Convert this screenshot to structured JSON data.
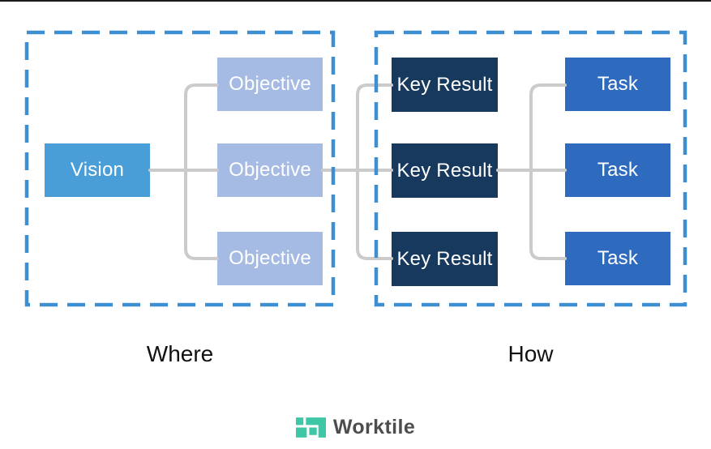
{
  "diagram": {
    "left_group": {
      "label": "Where",
      "vision": {
        "label": "Vision"
      },
      "objectives": [
        {
          "label": "Objective"
        },
        {
          "label": "Objective"
        },
        {
          "label": "Objective"
        }
      ]
    },
    "right_group": {
      "label": "How",
      "key_results": [
        {
          "label": "Key Result"
        },
        {
          "label": "Key Result"
        },
        {
          "label": "Key Result"
        }
      ],
      "tasks": [
        {
          "label": "Task"
        },
        {
          "label": "Task"
        },
        {
          "label": "Task"
        }
      ]
    }
  },
  "footer": {
    "brand": "Worktile"
  },
  "colors": {
    "group_border": "#3E8FD1",
    "vision": "#4A9ED7",
    "objective": "#A6BBE3",
    "key_result": "#17395D",
    "task": "#2E6BBE",
    "connector": "#CBCBCB",
    "label_text": "#111111",
    "brand_green": "#3EC7A6",
    "brand_text": "#4D4D4D"
  }
}
